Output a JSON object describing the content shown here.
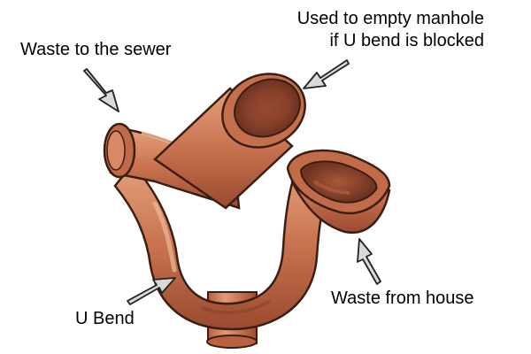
{
  "labels": {
    "waste_to_sewer": "Waste to the sewer",
    "empty_manhole_line1": "Used to empty manhole",
    "empty_manhole_line2": "if U bend is blocked",
    "waste_from_house": "Waste from house",
    "u_bend": "U Bend"
  },
  "colors": {
    "pipe": "#c97553",
    "pipe_shadow": "#9c4d31",
    "pipe_highlight": "#e9a985",
    "pipe_inner": "#7b3a24",
    "outline": "#3a1e14",
    "arrow_fill": "#d9d9d9",
    "arrow_stroke": "#222222"
  }
}
